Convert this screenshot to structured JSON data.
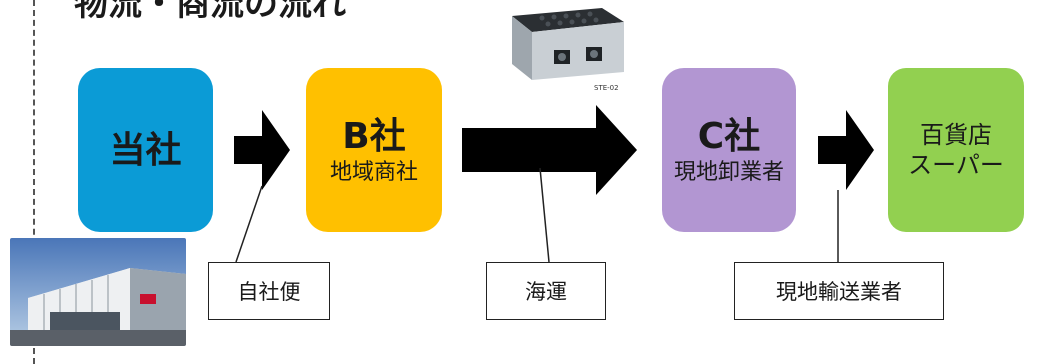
{
  "title": "物流・商流の流れ",
  "nodes": {
    "tousha": {
      "label": "当社",
      "color": "#0b9bd6"
    },
    "b": {
      "label": "B社",
      "sub": "地域商社",
      "color": "#ffc000"
    },
    "c": {
      "label": "C社",
      "sub": "現地卸業者",
      "color": "#b296d2"
    },
    "dept": {
      "line1": "百貨店",
      "line2": "スーパー",
      "color": "#92d050"
    }
  },
  "transport_labels": {
    "jisha": "自社便",
    "kaiun": "海運",
    "genchi": "現地輸送業者"
  },
  "photos": {
    "griddle_caption": "STE-02"
  }
}
